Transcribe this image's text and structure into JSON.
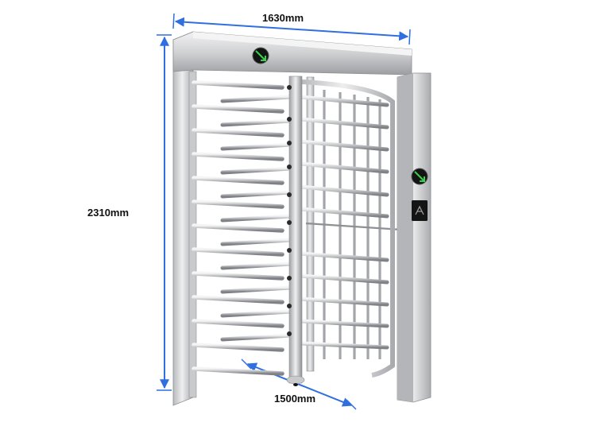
{
  "dimensions": {
    "width_label": "1630mm",
    "height_label": "2310mm",
    "depth_label": "1500mm"
  },
  "colors": {
    "dimension_line": "#2f6fe0",
    "steel_light": "#e9e9ea",
    "steel_mid": "#c7c8ca",
    "steel_dark": "#8e9094",
    "panel_black": "#141414",
    "indicator_green": "#38d14a"
  },
  "icons": {
    "top_indicator": "green-arrow-indicator-icon",
    "pillar_indicator": "green-arrow-indicator-icon",
    "card_reader": "card-reader-icon"
  }
}
